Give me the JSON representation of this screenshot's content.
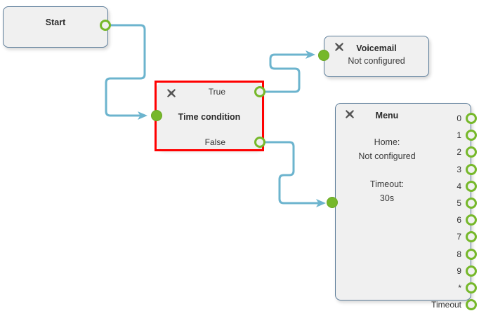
{
  "canvas": {
    "background": "#ffffff",
    "edge_color": "#6cb4ce",
    "port_green": "#76b82a",
    "selection_color": "#ff0000",
    "node_fill": "#f0f0f0",
    "node_border": "#5b7c99"
  },
  "nodes": {
    "start": {
      "title": "Start",
      "close_icon": "close-icon"
    },
    "time_condition": {
      "title": "Time condition",
      "close_icon": "close-icon",
      "selected": true,
      "outputs": [
        {
          "label": "True"
        },
        {
          "label": "False"
        }
      ]
    },
    "voicemail": {
      "title": "Voicemail",
      "subtitle": "Not configured",
      "close_icon": "close-icon"
    },
    "menu": {
      "title": "Menu",
      "close_icon": "close-icon",
      "body": [
        "Home:",
        "Not configured",
        "Timeout:",
        "30s"
      ],
      "home_label": "Home:",
      "home_value": "Not configured",
      "timeout_label": "Timeout:",
      "timeout_value": "30s",
      "outputs": [
        {
          "label": "0"
        },
        {
          "label": "1"
        },
        {
          "label": "2"
        },
        {
          "label": "3"
        },
        {
          "label": "4"
        },
        {
          "label": "5"
        },
        {
          "label": "6"
        },
        {
          "label": "7"
        },
        {
          "label": "8"
        },
        {
          "label": "9"
        },
        {
          "label": "*"
        },
        {
          "label": "Timeout"
        }
      ]
    }
  },
  "connections": [
    {
      "from": "start",
      "to": "time_condition"
    },
    {
      "from": "time_condition.True",
      "to": "voicemail"
    },
    {
      "from": "time_condition.False",
      "to": "menu"
    }
  ]
}
